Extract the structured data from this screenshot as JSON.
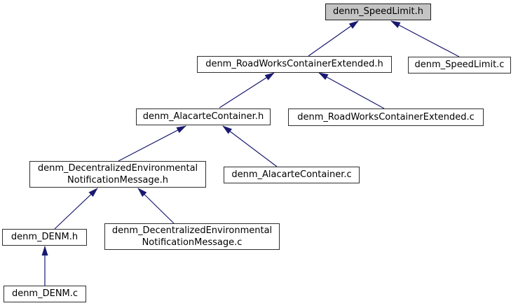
{
  "graph": {
    "kind": "doxygen-include-dependency-graph",
    "colors": {
      "edge": "#191970",
      "node_fill": "#ffffff",
      "node_border": "#2f2f2f",
      "highlight_node_fill": "#c4c4c4",
      "text": "#000000",
      "background": "#ffffff"
    },
    "nodes": [
      {
        "id": "speedlimit_h",
        "label": "denm_SpeedLimit.h",
        "highlight": true
      },
      {
        "id": "roadworks_h",
        "label": "denm_RoadWorksContainerExtended.h"
      },
      {
        "id": "speedlimit_c",
        "label": "denm_SpeedLimit.c"
      },
      {
        "id": "alacarte_h",
        "label": "denm_AlacarteContainer.h"
      },
      {
        "id": "roadworks_c",
        "label": "denm_RoadWorksContainerExtended.c"
      },
      {
        "id": "denmmsg_h",
        "label": "denm_DecentralizedEnvironmentalNotificationMessage.h",
        "line1": "denm_DecentralizedEnvironmental",
        "line2": "NotificationMessage.h"
      },
      {
        "id": "alacarte_c",
        "label": "denm_AlacarteContainer.c"
      },
      {
        "id": "denm_h",
        "label": "denm_DENM.h"
      },
      {
        "id": "denmmsg_c",
        "label": "denm_DecentralizedEnvironmentalNotificationMessage.c",
        "line1": "denm_DecentralizedEnvironmental",
        "line2": "NotificationMessage.c"
      },
      {
        "id": "denm_c",
        "label": "denm_DENM.c"
      }
    ],
    "edges": [
      {
        "from": "denm_RoadWorksContainerExtended.h",
        "to": "denm_SpeedLimit.h"
      },
      {
        "from": "denm_SpeedLimit.c",
        "to": "denm_SpeedLimit.h"
      },
      {
        "from": "denm_AlacarteContainer.h",
        "to": "denm_RoadWorksContainerExtended.h"
      },
      {
        "from": "denm_RoadWorksContainerExtended.c",
        "to": "denm_RoadWorksContainerExtended.h"
      },
      {
        "from": "denm_DecentralizedEnvironmentalNotificationMessage.h",
        "to": "denm_AlacarteContainer.h"
      },
      {
        "from": "denm_AlacarteContainer.c",
        "to": "denm_AlacarteContainer.h"
      },
      {
        "from": "denm_DENM.h",
        "to": "denm_DecentralizedEnvironmentalNotificationMessage.h"
      },
      {
        "from": "denm_DecentralizedEnvironmentalNotificationMessage.c",
        "to": "denm_DecentralizedEnvironmentalNotificationMessage.h"
      },
      {
        "from": "denm_DENM.c",
        "to": "denm_DENM.h"
      }
    ]
  }
}
